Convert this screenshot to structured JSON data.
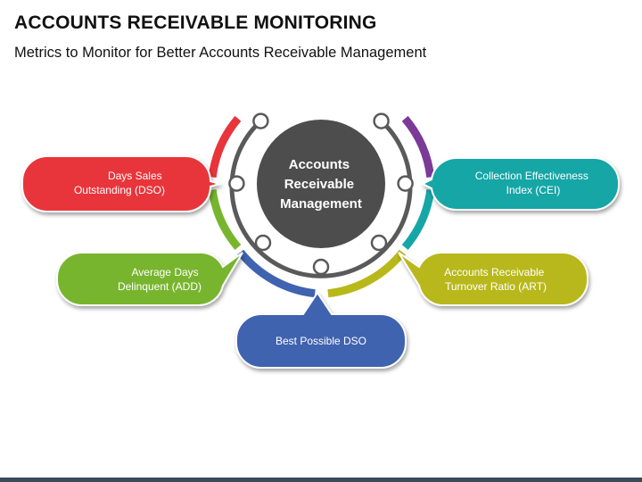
{
  "header": {
    "title": "ACCOUNTS RECEIVABLE MONITORING",
    "subtitle": "Metrics to Monitor for Better Accounts Receivable Management"
  },
  "center": {
    "lines": [
      "Accounts",
      "Receivable",
      "Management"
    ]
  },
  "metrics": [
    {
      "id": "dso",
      "lines": [
        "Days Sales",
        "Outstanding (DSO)"
      ],
      "color": "#e8343a"
    },
    {
      "id": "add",
      "lines": [
        "Average Days",
        "Delinquent (ADD)"
      ],
      "color": "#78b52f"
    },
    {
      "id": "best",
      "lines": [
        "Best Possible DSO"
      ],
      "color": "#3f63b0"
    },
    {
      "id": "art",
      "lines": [
        "Accounts Receivable",
        "Turnover Ratio (ART)"
      ],
      "color": "#b8b81a"
    },
    {
      "id": "cei",
      "lines": [
        "Collection Effectiveness",
        "Index (CEI)"
      ],
      "color": "#17a6a6"
    }
  ],
  "colors": {
    "center_circle": "#4d4d4d",
    "ring": "#5a5a5a",
    "purple_arc": "#7b3a97",
    "background": "#ffffff"
  }
}
